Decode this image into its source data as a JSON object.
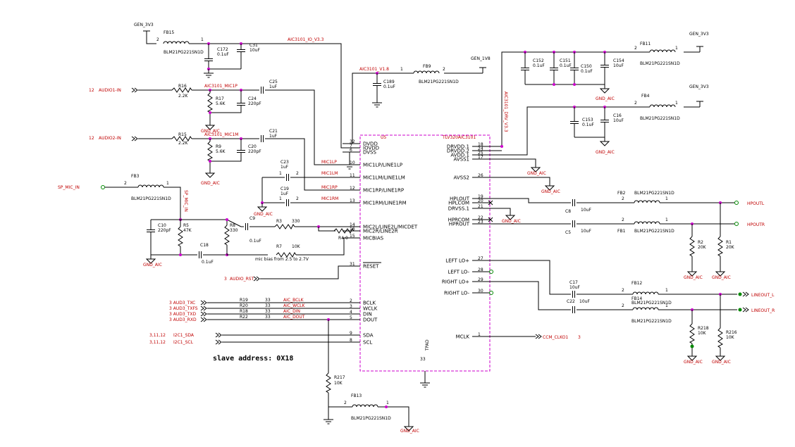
{
  "u1": {
    "ref": "U5",
    "part": "TLV320AIC3101",
    "tpad": "TPAD",
    "tpad_num": "33",
    "left_pins": [
      {
        "num": "32",
        "name": "DVDD"
      },
      {
        "num": "7",
        "name": "IOVDD"
      },
      {
        "num": "6",
        "name": "DVSS"
      },
      {
        "num": "10",
        "name": "MIC1LP/LINE1LP"
      },
      {
        "num": "11",
        "name": "MIC1LM/LINE1LM"
      },
      {
        "num": "12",
        "name": "MIC1RP/LINE1RP"
      },
      {
        "num": "13",
        "name": "MIC1RM/LINE1RM"
      },
      {
        "num": "14",
        "name": "MIC2L/LINE2L/MICDET"
      },
      {
        "num": "16",
        "name": "MIC2R/LINE2R"
      },
      {
        "num": "15",
        "name": "MICBIAS"
      },
      {
        "num": "31",
        "name": "RESET"
      },
      {
        "num": "2",
        "name": "BCLK"
      },
      {
        "num": "3",
        "name": "WCLK"
      },
      {
        "num": "4",
        "name": "DIN"
      },
      {
        "num": "5",
        "name": "DOUT"
      },
      {
        "num": "9",
        "name": "SDA"
      },
      {
        "num": "8",
        "name": "SCL"
      }
    ],
    "right_pins": [
      {
        "num": "18",
        "name": "DRVDD.1"
      },
      {
        "num": "24",
        "name": "DRVDD.2"
      },
      {
        "num": "25",
        "name": "AVDD.1"
      },
      {
        "num": "17",
        "name": "AVSS1"
      },
      {
        "num": "26",
        "name": "AVSS2"
      },
      {
        "num": "19",
        "name": "HPLOUT"
      },
      {
        "num": "20",
        "name": "HPLCOM"
      },
      {
        "num": "21",
        "name": "DRVSS.1"
      },
      {
        "num": "22",
        "name": "HPRCOM"
      },
      {
        "num": "23",
        "name": "HPROUT"
      },
      {
        "num": "27",
        "name": "LEFT LO+"
      },
      {
        "num": "28",
        "name": "LEFT LO-"
      },
      {
        "num": "29",
        "name": "RIGHT LO+"
      },
      {
        "num": "30",
        "name": "RIGHT LO-"
      },
      {
        "num": "1",
        "name": "MCLK"
      }
    ]
  },
  "power": {
    "gen3v3": "GEN_3V3",
    "gen1v8": "GEN_1V8",
    "gnd_aic": "GND_AIC"
  },
  "nets": {
    "io_v33": "AIC3101_IO_V3.3",
    "v18": "AIC3101_V1.8",
    "drv": "AIC3101_DRV_V3.3",
    "mic1p": "AIC3101_MIC1P",
    "mic1m": "AIC3101_MIC1M",
    "mic1lp": "MIC1LP",
    "mic1lm": "MIC1LM",
    "mic1rp": "MIC1RP",
    "mic1rm": "MIC1RM",
    "mic_in": "SP_MIC_IN",
    "audio_in1": "AUDIO1-IN",
    "audio_in2": "AUDIO2-IN",
    "sheet12": "12",
    "audio_rst": "AUDIO_RST",
    "sheet3": "3",
    "hpoutl": "HPOUTL",
    "hpoutr": "HPOUTR",
    "lineout_l": "LINEOUT_L",
    "lineout_r": "LINEOUT_R",
    "ccm_clko1": "CCM_CLKO1",
    "i2c_sda": "I2C1_SDA",
    "i2c_scl": "I2C1_SCL",
    "i2c_sheets": "3,11,12",
    "aic_bclk": "AIC_BCLK",
    "aic_wclk": "AIC_WCLK",
    "aic_din": "AIC_DIN",
    "aic_dout": "AIC_DOUT",
    "aud_txc": "AUD3_TXC",
    "aud_txfs": "AUD3_TXFS",
    "aud_txd": "AUD3_TXD",
    "aud_rxd": "AUD3_RXD",
    "mic_bias_note": "mic bias from 2.5 to 2.7V"
  },
  "parts": {
    "ferrite": "BLM21PG221SN1D",
    "fb15": "FB15",
    "fb9": "FB9",
    "fb11": "FB11",
    "fb4": "FB4",
    "fb3": "FB3",
    "fb2": "FB2",
    "fb1": "FB1",
    "fb12": "FB12",
    "fb14": "FB14",
    "fb13": "FB13",
    "c0_1uf": "0.1uF",
    "c10uf": "10uF",
    "c220pf": "220pF",
    "c1uf": "1uF",
    "c172": "C172",
    "c31": "C31",
    "c189": "C189",
    "c152": "C152",
    "c151": "C151",
    "c150": "C150",
    "c154": "C154",
    "c153": "C153",
    "c16": "C16",
    "c25": "C25",
    "c24": "C24",
    "c21": "C21",
    "c20": "C20",
    "c23": "C23",
    "c19": "C19",
    "c10": "C10",
    "c9": "C9",
    "c18": "C18",
    "c8": "C8",
    "c5": "C5",
    "c17": "C17",
    "c22": "C22",
    "r16": "R16",
    "r17": "R17",
    "r15": "R15",
    "r9": "R9",
    "r5": "R5",
    "r8": "R8",
    "r3": "R3",
    "r4": "R4",
    "r7": "R7",
    "r2": "R2",
    "r1": "R1",
    "r19": "R19",
    "r20": "R20",
    "r18": "R18",
    "r22": "R22",
    "r217": "R217",
    "r218": "R218",
    "r216": "R216",
    "v2_2k": "2.2K",
    "v5_6k": "5.6K",
    "v47k": "47K",
    "v330": "330",
    "v10k": "10K",
    "v20k": "20K",
    "v33": "33",
    "v0": "0"
  },
  "slave_address": "slave address: 0X18"
}
